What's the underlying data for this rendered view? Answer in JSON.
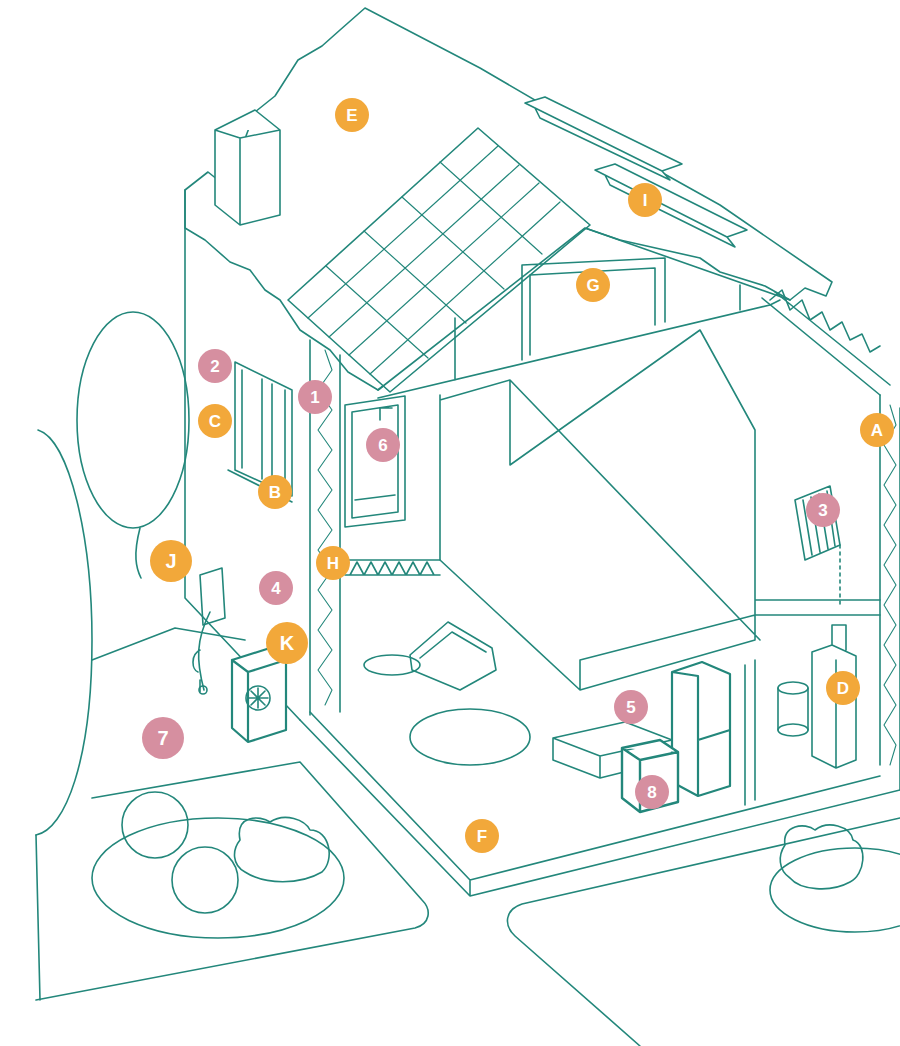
{
  "diagram": {
    "nodes": [
      {
        "text": [
          "E"
        ]
      },
      {
        "text": [
          "I"
        ]
      },
      {
        "text": [
          "G"
        ]
      },
      {
        "text": [
          "2"
        ]
      },
      {
        "text": [
          "1"
        ]
      },
      {
        "text": [
          "C"
        ]
      },
      {
        "text": [
          "A"
        ]
      },
      {
        "text": [
          "6"
        ]
      },
      {
        "text": [
          "B"
        ]
      },
      {
        "text": [
          "3"
        ]
      },
      {
        "text": [
          "J"
        ]
      },
      {
        "text": [
          "H"
        ]
      },
      {
        "text": [
          "4"
        ]
      },
      {
        "text": [
          "K"
        ]
      },
      {
        "text": [
          "D"
        ]
      },
      {
        "text": [
          "5"
        ]
      },
      {
        "text": [
          "7"
        ]
      },
      {
        "text": [
          "8"
        ]
      },
      {
        "text": [
          "F"
        ]
      }
    ]
  }
}
